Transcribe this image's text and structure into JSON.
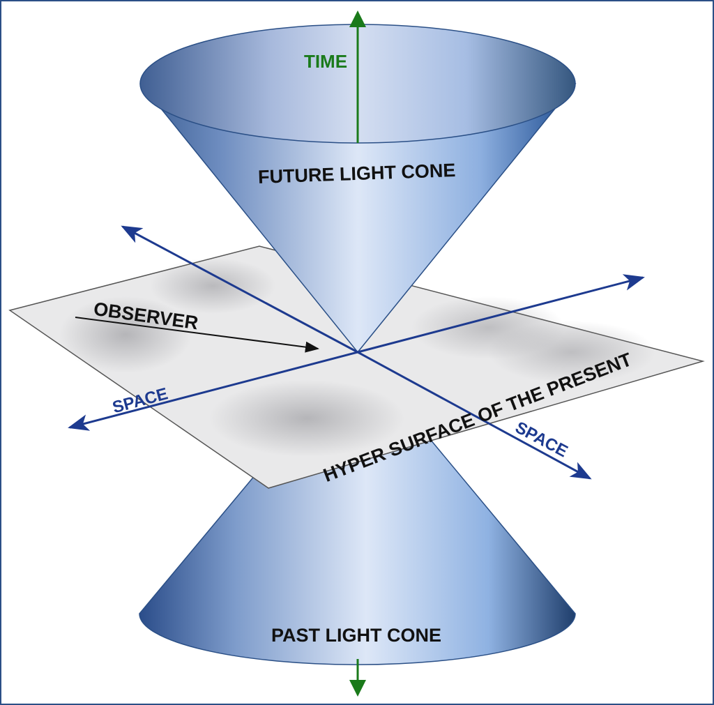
{
  "labels": {
    "time": "TIME",
    "future_cone": "FUTURE LIGHT CONE",
    "past_cone": "PAST LIGHT CONE",
    "observer": "OBSERVER",
    "space_left": "SPACE",
    "space_right": "SPACE",
    "hypersurface": "HYPER SURFACE OF THE PRESENT"
  },
  "colors": {
    "cone_dark": "#2a4f86",
    "cone_light": "#dbe6f6",
    "axis_space": "#1d3a8f",
    "axis_time": "#1a7a1a",
    "plane": "#e6e6e6"
  }
}
